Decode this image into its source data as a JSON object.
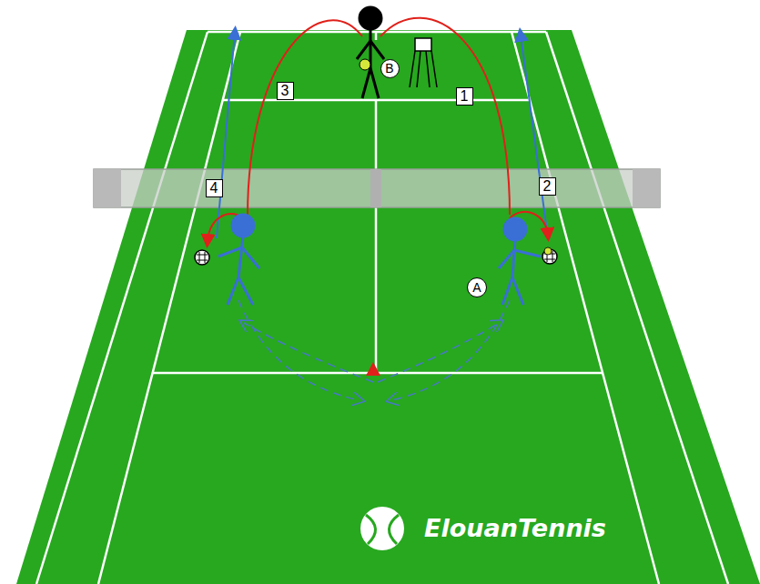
{
  "diagram": {
    "nodes": [
      {
        "text": [
          "B"
        ]
      },
      {
        "text": [
          "3"
        ]
      },
      {
        "text": [
          "1"
        ]
      },
      {
        "text": [
          "4"
        ]
      },
      {
        "text": [
          "2"
        ]
      },
      {
        "text": [
          "A"
        ]
      }
    ],
    "labels": [
      "ElouanTennis"
    ]
  }
}
